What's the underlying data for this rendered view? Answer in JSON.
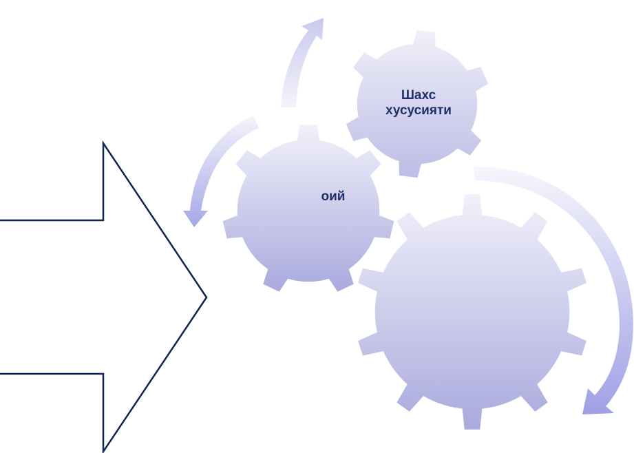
{
  "gears": {
    "top": {
      "label_lines": [
        "Шахс",
        "хусусияти"
      ]
    },
    "middle": {
      "label_lines": [
        "оий"
      ]
    },
    "bottom": {
      "label_lines": []
    }
  },
  "colors": {
    "gear_light": "#eeeef8",
    "gear_dark": "#a6a6dc",
    "gear_edge": "#ffffff",
    "arrow_outline": "#0f2450",
    "label": "#1f2f6a"
  }
}
